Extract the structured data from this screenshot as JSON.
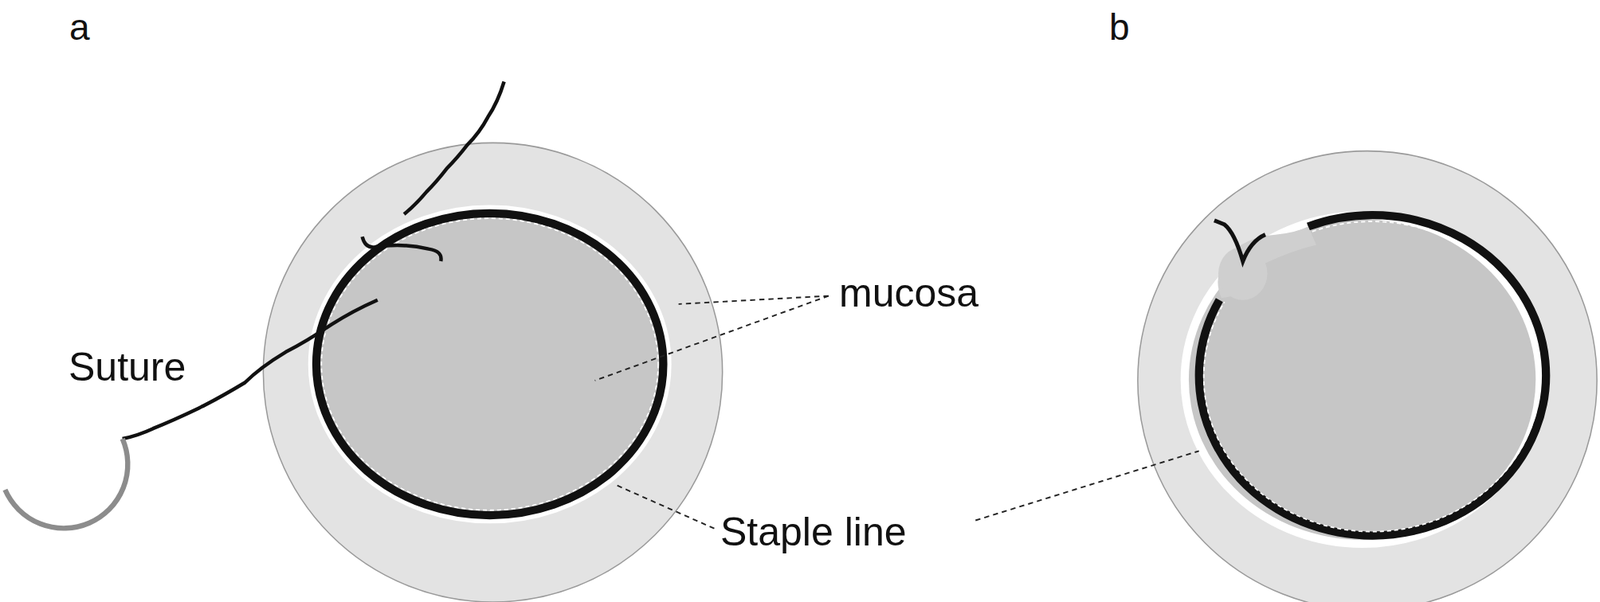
{
  "diagram": {
    "labels": [
      "a",
      "b",
      "Suture",
      "mucosa",
      "Staple line"
    ]
  }
}
